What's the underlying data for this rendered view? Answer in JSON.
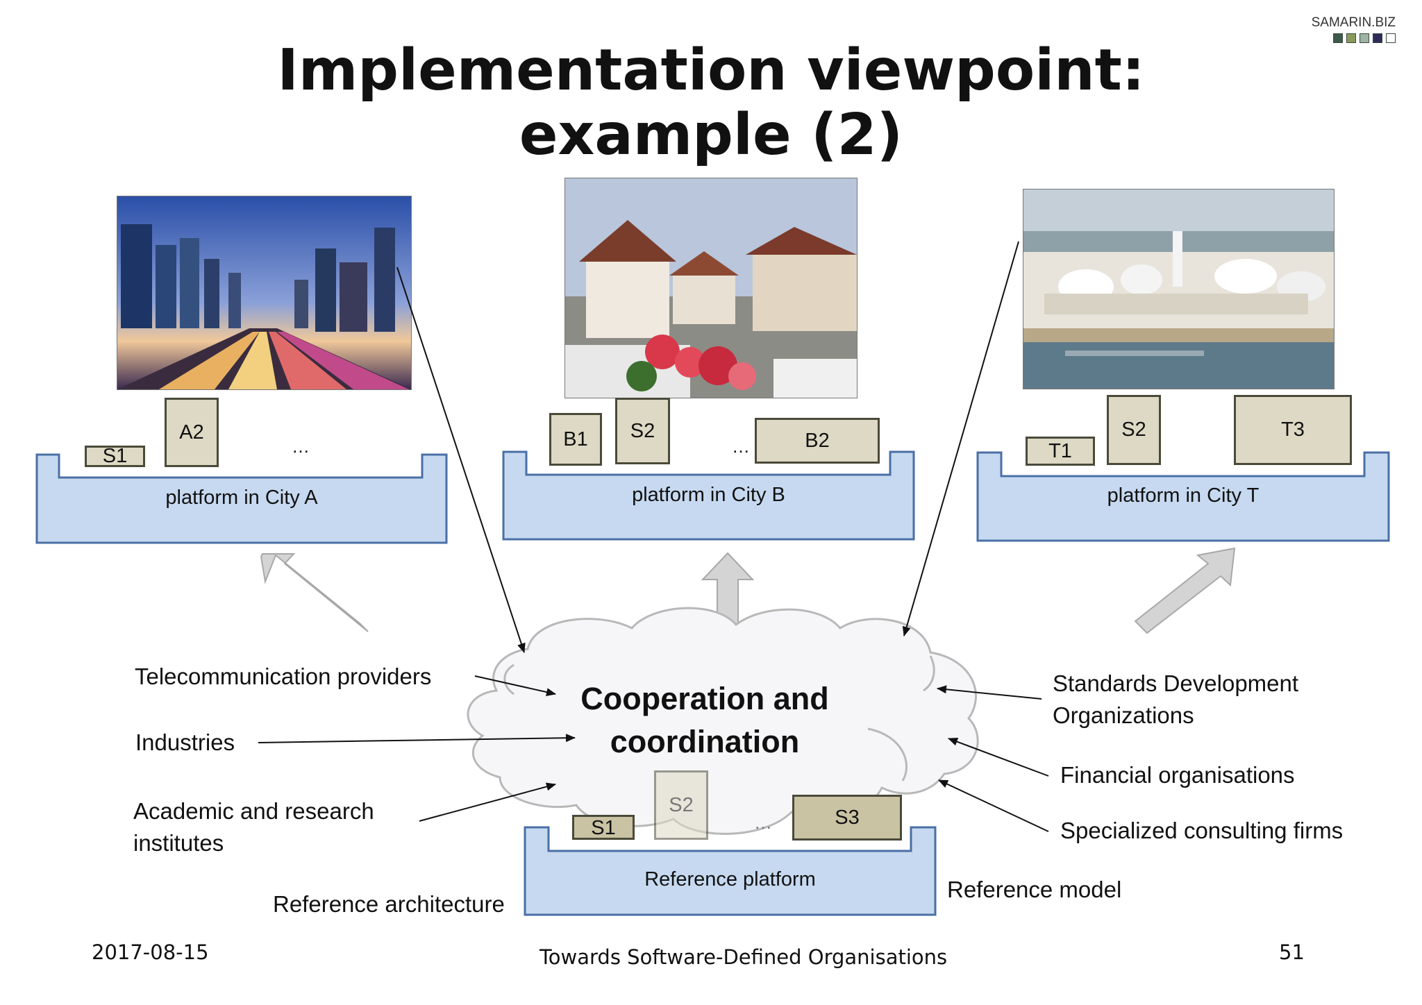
{
  "title_line1": "Implementation viewpoint:",
  "title_line2": "example (2)",
  "brand": {
    "text": "SAMARIN.BIZ",
    "squares": [
      "#3d5a4a",
      "#8a9a5b",
      "#9db3a5",
      "#2c2c5a",
      "#ffffff"
    ]
  },
  "cities": [
    {
      "platform_label": "platform in City A",
      "components": [
        "S1",
        "A2"
      ],
      "ellipsis": "…"
    },
    {
      "platform_label": "platform in City B",
      "components": [
        "B1",
        "S2",
        "B2"
      ],
      "ellipsis": "…"
    },
    {
      "platform_label": "platform in City T",
      "components": [
        "T1",
        "S2",
        "T3"
      ]
    }
  ],
  "cloud": {
    "line1": "Cooperation and",
    "line2": "coordination"
  },
  "left_labels": {
    "telecom": "Telecommunication providers",
    "industries": "Industries",
    "academic_line1": "Academic and research",
    "academic_line2": "institutes"
  },
  "right_labels": {
    "sdo_line1": "Standards Development",
    "sdo_line2": "Organizations",
    "financial": "Financial organisations",
    "consulting": "Specialized consulting firms"
  },
  "reference": {
    "platform_label": "Reference platform",
    "components": [
      "S1",
      "S2",
      "S3"
    ],
    "ellipsis": "…",
    "architecture_label": "Reference architecture",
    "model_label": "Reference model"
  },
  "footer": {
    "date": "2017-08-15",
    "center": "Towards Software-Defined Organisations",
    "page": "51"
  },
  "colors": {
    "platform_fill": "#c6d9f0",
    "platform_stroke": "#4a6fa5",
    "component_fill": "#ddd9c4",
    "component_dark_fill": "#c9c3a3",
    "cloud_fill": "#f6f6f8",
    "block_arrow_fill": "#d4d4d4"
  },
  "icons": {
    "photo_a": "city-skyline-photo",
    "photo_b": "town-street-photo",
    "photo_t": "harbor-town-photo"
  }
}
